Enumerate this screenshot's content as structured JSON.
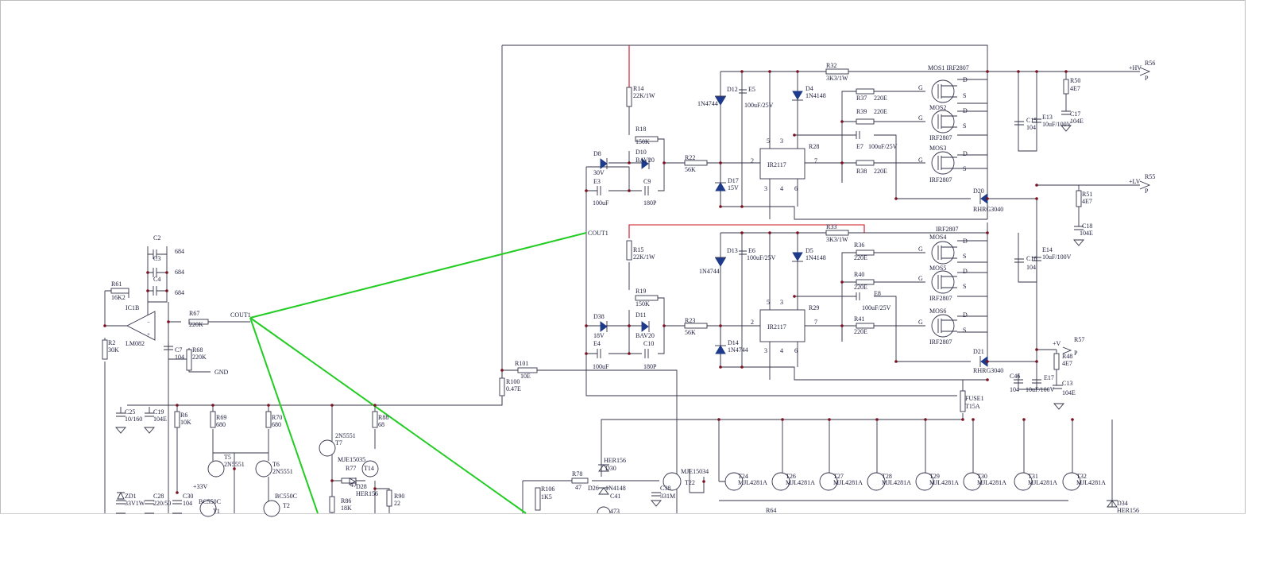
{
  "diagram": {
    "nets": {
      "hv": "+HV",
      "lv": "+LV",
      "v": "+V",
      "r56": "R56",
      "r55": "R55",
      "r57": "R57",
      "p1": "P",
      "p2": "P",
      "p3": "P",
      "cout1_a": "COUT1",
      "cout1_b": "COUT1",
      "gnd": "GND",
      "v33": "+33V"
    },
    "colors": {
      "green_wire": "#22cc22",
      "red_wire": "#cc1122",
      "diode_fill": "#1e3a8a"
    },
    "labels": {
      "r14": "R14",
      "r14v": "22K/1W",
      "r18": "R18",
      "r18v": "150K",
      "d8": "D8",
      "d8v": "30V",
      "d10": "D10",
      "d10v": "BAV20",
      "r22": "R22",
      "r22v": "56K",
      "e3": "E3",
      "e3v": "100uF",
      "c9": "C9",
      "c9v": "180P",
      "d12": "D12",
      "d12v": "1N4744",
      "e5": "E5",
      "e5v": "100uF/25V",
      "d4": "D4",
      "d4v": "1N4148",
      "r32": "R32",
      "r32v": "3K3/1W",
      "r37": "R37",
      "r37v": "220E",
      "r39": "R39",
      "r39v": "220E",
      "e7": "E7",
      "e7v": "100uF/25V",
      "r38": "R38",
      "r38v": "220E",
      "r28": "R28",
      "ic1": "IR2117",
      "d17": "D17",
      "d17v": "15V",
      "mos1": "MOS1 IRF2807",
      "mos2": "MOS2",
      "mos2v": "IRF2807",
      "mos3": "MOS3",
      "mos3v": "IRF2807",
      "d20": "D20",
      "d20v": "RHRG3040",
      "r50": "R50",
      "r50v": "4E7",
      "c17": "C17",
      "c17v": "104E",
      "c15": "C15",
      "c15v": "104",
      "e13": "E13",
      "e13v": "10uF/100V",
      "r51": "R51",
      "r51v": "4E7",
      "c18": "C18",
      "c18v": "104E",
      "r15": "R15",
      "r15v": "22K/1W",
      "r19": "R19",
      "r19v": "150K",
      "d38": "D38",
      "d38v": "18V",
      "d11": "D11",
      "d11v": "BAV20",
      "r23": "R23",
      "r23v": "56K",
      "e4": "E4",
      "e4v": "100uF",
      "c10": "C10",
      "c10v": "180P",
      "d13": "D13",
      "d13v": "1N4744",
      "e6": "E6",
      "e6v": "100uF/25V",
      "d5": "D5",
      "d5v": "1N4148",
      "r33": "R33",
      "r33v": "3K3/1W",
      "r36": "R36",
      "r36v": "220E",
      "r40": "R40",
      "r40v": "220E",
      "e8": "E8",
      "e8v": "100uF/25V",
      "r41": "R41",
      "r41v": "220E",
      "r29": "R29",
      "ic2": "IR2117",
      "d14": "D14",
      "d14v": "1N4744",
      "irf_top": "IRF2807",
      "mos4": "MOS4",
      "mos5": "MOS5",
      "mos5v": "IRF2807",
      "mos6": "MOS6",
      "mos6v": "IRF2807",
      "d21": "D21",
      "d21v": "RHRG3040",
      "c16": "C16",
      "c16v": "104",
      "e14": "E14",
      "e14v": "10uF/100V",
      "r48": "R48",
      "r48v": "4E7",
      "c13": "C13",
      "c13v": "104E",
      "c46": "C46",
      "c46v": "104",
      "e17": "E17",
      "e17v": "10uF/100V",
      "fuse": "FUSE1",
      "fusev": "T15A",
      "r101": "R101",
      "r101v": "10E",
      "r100": "R100",
      "r100v": "0.47E",
      "c2": "C2",
      "c3": "C3",
      "c4": "C4",
      "c2v": "684",
      "c3v": "684",
      "c4v": "684",
      "r61": "R61",
      "r61v": "16K2",
      "ic1b": "IC1B",
      "lm082": "LM082",
      "r67": "R67",
      "r67v": "220K",
      "r2": "R2",
      "r2v": "30K",
      "c7": "C7",
      "c7v": "104",
      "r68": "R68",
      "r68v": "220K",
      "c25": "C25",
      "c25v": "10/160",
      "c19": "C19",
      "c19v": "104E",
      "r6": "R6",
      "r6v": "10K",
      "r69": "R69",
      "r69v": "680",
      "r70": "R70",
      "r70v": "680",
      "r88": "R88",
      "r88v": "68",
      "t7": "2N5551",
      "t7n": "T7",
      "t5": "T5",
      "t5v": "2N5551",
      "t6": "T6",
      "t6v": "2N5551",
      "mje15035": "MJE15035",
      "r77": "R77",
      "r77v": "47",
      "t14": "T14",
      "d28": "D28",
      "d28v": "HER156",
      "r86": "R86",
      "r86v": "18K",
      "r90": "R90",
      "r90v": "22",
      "zd1": "ZD1",
      "zd1v": "33V1W",
      "c28": "C28",
      "c28v": "220/50",
      "c30": "C30",
      "c30v": "104",
      "bc550c_a": "BC550C",
      "t1": "T1",
      "bc550c_b": "BC550C",
      "t2": "T2",
      "her156": "HER156",
      "d30": "D30",
      "r78": "R78",
      "r78v": "47",
      "d26": "D26",
      "d26v": "1N4148",
      "c41": "C41",
      "c41v": "473",
      "r106": "R106",
      "r106v": "1K5",
      "mje15034": "MJE15034",
      "t22": "T22",
      "c38": "C38",
      "c38v": "331M",
      "t24": "T24",
      "t26": "T26",
      "t27": "T27",
      "t28": "T28",
      "t29": "T29",
      "t30": "T30",
      "t31": "T31",
      "t32": "T32",
      "mjl": "MJL4281A",
      "r64": "R64",
      "d34": "D34",
      "d34v": "HER156",
      "g": "G",
      "d": "D",
      "s": "S",
      "p5": "5",
      "p3": "3",
      "p4": "4",
      "p6": "6",
      "p2": "2",
      "p7": "7"
    }
  }
}
